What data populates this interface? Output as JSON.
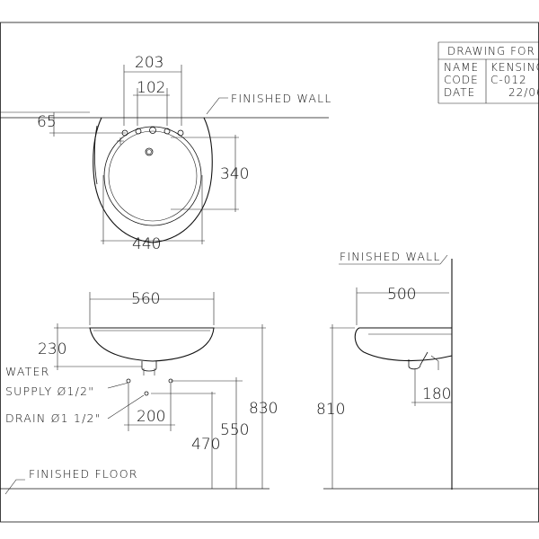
{
  "title_block": {
    "header": "DRAWING FOR",
    "rows": [
      {
        "key": "NAME",
        "value": "KENSING"
      },
      {
        "key": "CODE",
        "value": "C-012"
      },
      {
        "key": "DATE",
        "value": "22/06/"
      }
    ]
  },
  "top_view": {
    "dim_overall_tap": "203",
    "dim_tap_holes": "102",
    "dim_wall_offset": "65",
    "dim_depth": "340",
    "dim_width": "440",
    "label_wall": "FINISHED WALL"
  },
  "front_view": {
    "dim_width": "560",
    "dim_height": "230",
    "label_water": "WATER",
    "label_supply": "SUPPLY Ø1/2\"",
    "label_drain": "DRAIN Ø1 1/2\"",
    "dim_supply_spacing": "200",
    "dim_drain_height": "470",
    "dim_supply_height": "550",
    "dim_rim_height": "830",
    "label_floor": "FINISHED FLOOR"
  },
  "side_view": {
    "label_wall": "FINISHED WALL",
    "dim_projection": "500",
    "dim_rim_height": "810",
    "dim_drain_offset": "180"
  }
}
